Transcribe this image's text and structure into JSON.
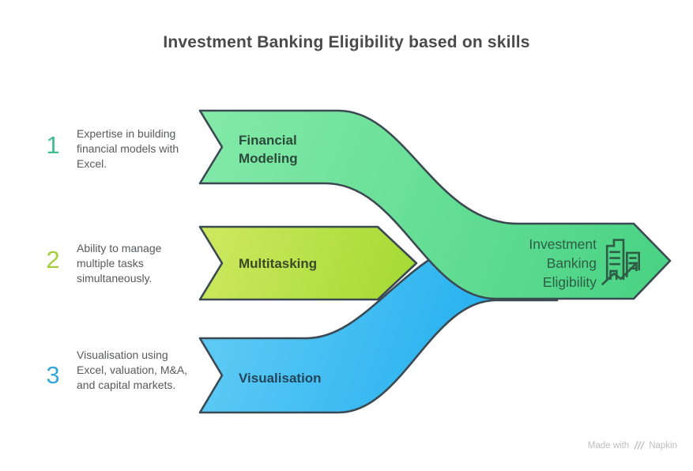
{
  "title": "Investment Banking Eligibility based on skills",
  "steps": [
    {
      "number": "1",
      "description": "Expertise in building financial models with Excel.",
      "label": "Financial Modeling",
      "number_color": "#3dbe8c",
      "band_color_start": "#84eaa9",
      "band_color_end": "#47d282"
    },
    {
      "number": "2",
      "description": "Ability to manage multiple tasks simultaneously.",
      "label": "Multitasking",
      "number_color": "#a5cd3d",
      "band_color_start": "#cee960",
      "band_color_end": "#a3d932"
    },
    {
      "number": "3",
      "description": "Visualisation using Excel, valuation, M&A, and capital markets.",
      "label": "Visualisation",
      "number_color": "#38a6dc",
      "band_color_start": "#5cc9f5",
      "band_color_end": "#23afef"
    }
  ],
  "result": {
    "label": "Investment Banking Eligibility",
    "icon": "building-growth-chart-icon",
    "text_color": "#2e5c45"
  },
  "footer": {
    "made_with": "Made with",
    "brand": "Napkin",
    "logo": "napkin-logo-icon"
  },
  "colors": {
    "outline": "#3b4a52",
    "title_text": "#4a4a4a",
    "description_text": "#58595b",
    "background": "#ffffff",
    "footer_text": "#bdbdbd"
  }
}
